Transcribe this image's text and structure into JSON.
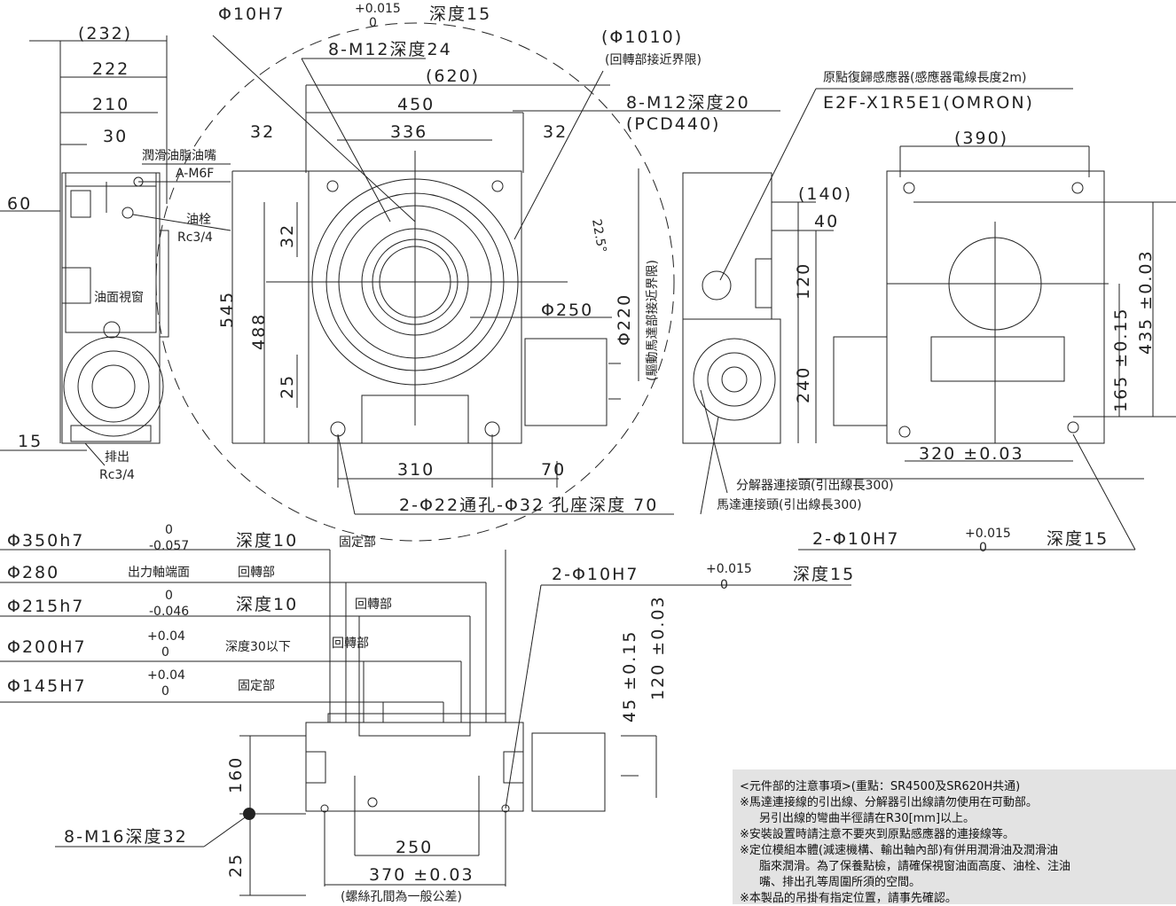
{
  "side_view": {
    "d232": "(232)",
    "d222": "222",
    "d210": "210",
    "d30": "30",
    "d60": "60",
    "d15": "15",
    "grease": "潤滑油脂油嘴",
    "grease_spec": "A-M6F",
    "plug": "油栓",
    "plug_spec": "Rc3/4",
    "window": "油面視窗",
    "drain": "排出",
    "drain_spec": "Rc3/4"
  },
  "front_view": {
    "tol_d10": "Φ10H7",
    "tol_d10_plus": "+0.015",
    "tol_d10_zero": "0",
    "tol_d10_depth": "深度15",
    "m12_24": "8-M12深度24",
    "d1010": "(Φ1010)",
    "d1010_note": "(回轉部接近界限)",
    "d620": "(620)",
    "d450": "450",
    "d336": "336",
    "d32a": "32",
    "d32b": "32",
    "m12_20": "8-M12深度20",
    "pcd": "(PCD440)",
    "d545": "545",
    "d488": "488",
    "d32v": "32",
    "d25v": "25",
    "ang": "22.5°",
    "d250": "Φ250",
    "d220": "Φ220",
    "motor_limit": "(驅動馬達部接近界限)",
    "d310": "310",
    "d70": "70",
    "hole_callout": "2-Φ22通孔-Φ32 孔座深度 70"
  },
  "right_views": {
    "sensor_title": "原點復歸感應器(感應器電線長度2m)",
    "sensor_model": "E2F-X1R5E1(OMRON)",
    "d140": "(140)",
    "d40": "40",
    "d120": "120",
    "d240": "240",
    "d390": "(390)",
    "d165": "165 ±0.15",
    "d435": "435 ±0.03",
    "d320": "320 ±0.03",
    "resolver": "分解器連接頭(引出線長300)",
    "motor_conn": "馬達連接頭(引出線長300)",
    "pin_callout": "2-Φ10H7",
    "pin_plus": "+0.015",
    "pin_zero": "0",
    "pin_depth": "深度15"
  },
  "table": {
    "rows": [
      {
        "dia": "Φ350h7",
        "up": "0",
        "low": "-0.057",
        "note": "深度10",
        "part": "固定部"
      },
      {
        "dia": "Φ280",
        "up": "",
        "low": "",
        "note": "出力軸端面",
        "part": "回轉部"
      },
      {
        "dia": "Φ215h7",
        "up": "0",
        "low": "-0.046",
        "note": "深度10",
        "part": "回轉部"
      },
      {
        "dia": "Φ200H7",
        "up": "+0.04",
        "low": "0",
        "note": "深度30以下",
        "part": "回轉部"
      },
      {
        "dia": "Φ145H7",
        "up": "+0.04",
        "low": "0",
        "note": "",
        "part": "固定部"
      }
    ]
  },
  "bottom_view": {
    "pin_callout": "2-Φ10H7",
    "pin_plus": "+0.015",
    "pin_zero": "0",
    "pin_depth": "深度15",
    "d45": "45 ±0.15",
    "d120": "120 ±0.03",
    "d160": "160",
    "d25": "25",
    "m16": "8-M16深度32",
    "d250": "250",
    "d370": "370 ±0.03",
    "d370_note": "(螺絲孔間為一般公差)"
  },
  "notes": {
    "title": "<元件部的注意事項>(重點：SR4500及SR620H共通)",
    "n1": "※馬達連接線的引出線、分解器引出線請勿使用在可動部。",
    "n1b": "另引出線的彎曲半徑請在R30[mm]以上。",
    "n2": "※安裝設置時請注意不要夾到原點感應器的連接線等。",
    "n3": "※定位模組本體(減速機構、輸出軸內部)有併用潤滑油及潤滑油",
    "n3b": "脂來潤滑。為了保養點檢，請確保視窗油面高度、油栓、注油",
    "n3c": "嘴、排出孔等周圍所須的空間。",
    "n4": "※本製品的吊掛有指定位置，請事先確認。"
  }
}
